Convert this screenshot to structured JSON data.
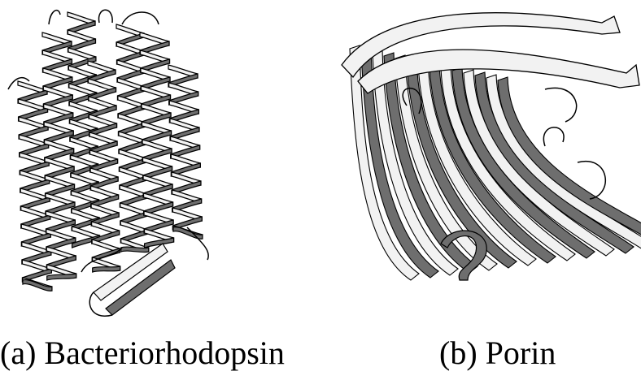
{
  "figure": {
    "panels": [
      {
        "caption": "(a) Bacteriorhodopsin",
        "structure": "helix-bundle"
      },
      {
        "caption": "(b) Porin",
        "structure": "beta-barrel"
      }
    ],
    "colors": {
      "ribbon_light": "#f2f2f2",
      "ribbon_dark": "#6e6e6e",
      "outline": "#000000",
      "background": "#ffffff"
    }
  }
}
